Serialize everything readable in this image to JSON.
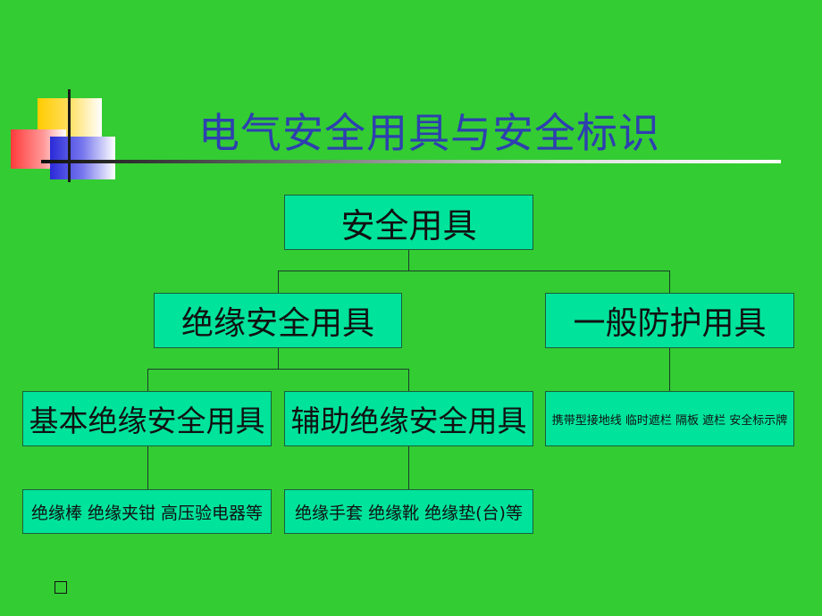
{
  "slide": {
    "title": "电气安全用具与安全标识"
  },
  "diagram": {
    "root": "安全用具",
    "level2": {
      "insulating": "绝缘安全用具",
      "general": "一般防护用具"
    },
    "level3": {
      "basic": "基本绝缘安全用具",
      "auxiliary": "辅助绝缘安全用具",
      "general_items": "携带型接地线 临时遮栏 隔板 遮栏 安全标示牌"
    },
    "level4": {
      "basic_items": "绝缘棒 绝缘夹钳 高压验电器等",
      "auxiliary_items": "绝缘手套 绝缘靴 绝缘垫(台)等"
    }
  },
  "colors": {
    "background": "#33cc33",
    "box_fill": "#00e39a",
    "title": "#2e3fb0"
  }
}
